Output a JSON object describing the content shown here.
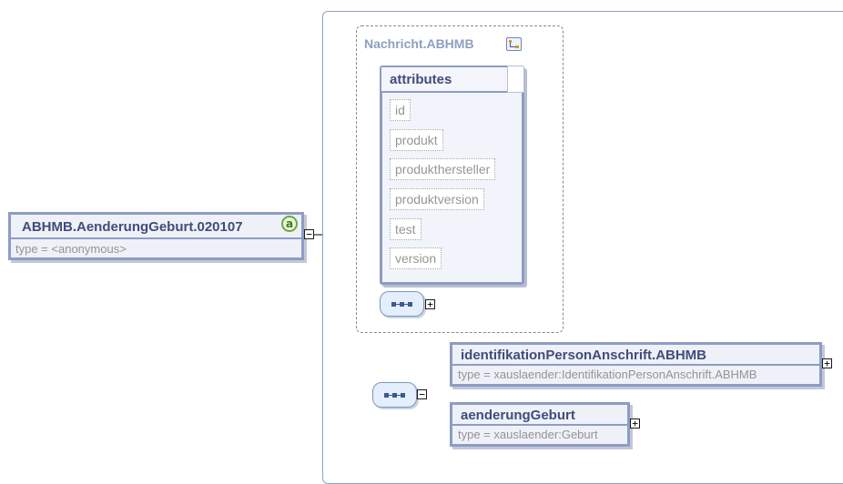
{
  "root": {
    "name": "ABHMB.AenderungGeburt.020107",
    "type": "type = <anonymous>",
    "attr_badge": "a"
  },
  "group": {
    "title": "Nachricht.ABHMB"
  },
  "attributes": {
    "title": "attributes",
    "items": [
      "id",
      "produkt",
      "produkthersteller",
      "produktversion",
      "test",
      "version"
    ]
  },
  "elements": [
    {
      "name": "identifikationPersonAnschrift.ABHMB",
      "type": "type = xauslaender:IdentifikationPersonAnschrift.ABHMB"
    },
    {
      "name": "aenderungGeburt",
      "type": "type = xauslaender:Geburt"
    }
  ],
  "toggles": {
    "expand": "+",
    "collapse": "−"
  }
}
